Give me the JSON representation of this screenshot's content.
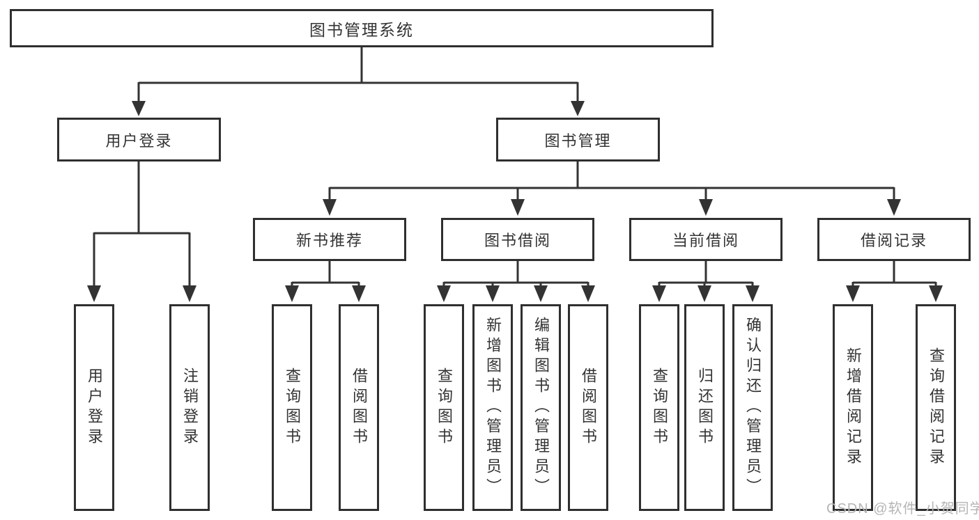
{
  "colors": {
    "background": "#ffffff",
    "line": "#333333",
    "box_border": "#2f2f2f",
    "text": "#333333",
    "watermark_text": "#b5b5b5"
  },
  "tree": {
    "root": {
      "label": "图书管理系统",
      "children": [
        {
          "label": "用户登录",
          "children": [
            {
              "label": "用户登录"
            },
            {
              "label": "注销登录"
            }
          ]
        },
        {
          "label": "图书管理",
          "children": [
            {
              "label": "新书推荐",
              "children": [
                {
                  "label": "查询图书"
                },
                {
                  "label": "借阅图书"
                }
              ]
            },
            {
              "label": "图书借阅",
              "children": [
                {
                  "label": "查询图书"
                },
                {
                  "label": "新增图书（管理员）"
                },
                {
                  "label": "编辑图书（管理员）"
                },
                {
                  "label": "借阅图书"
                }
              ]
            },
            {
              "label": "当前借阅",
              "children": [
                {
                  "label": "查询图书"
                },
                {
                  "label": "归还图书"
                },
                {
                  "label": "确认归还（管理员）"
                }
              ]
            },
            {
              "label": "借阅记录",
              "children": [
                {
                  "label": "新增借阅记录"
                },
                {
                  "label": "查询借阅记录"
                }
              ]
            }
          ]
        }
      ]
    }
  },
  "watermark": {
    "text": "CSDN @软件_小贺同学"
  }
}
